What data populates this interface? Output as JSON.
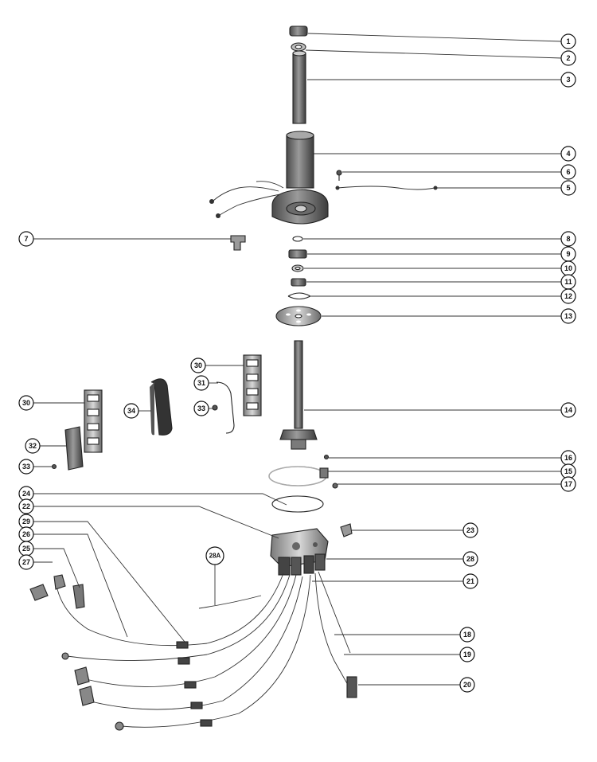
{
  "callouts": [
    {
      "id": "c1",
      "label": "1"
    },
    {
      "id": "c2",
      "label": "2"
    },
    {
      "id": "c3",
      "label": "3"
    },
    {
      "id": "c4",
      "label": "4"
    },
    {
      "id": "c6",
      "label": "6"
    },
    {
      "id": "c5",
      "label": "5"
    },
    {
      "id": "c7",
      "label": "7"
    },
    {
      "id": "c8",
      "label": "8"
    },
    {
      "id": "c9",
      "label": "9"
    },
    {
      "id": "c10",
      "label": "10"
    },
    {
      "id": "c11",
      "label": "11"
    },
    {
      "id": "c12",
      "label": "12"
    },
    {
      "id": "c13",
      "label": "13"
    },
    {
      "id": "c30a",
      "label": "30"
    },
    {
      "id": "c31",
      "label": "31"
    },
    {
      "id": "c33a",
      "label": "33"
    },
    {
      "id": "c34",
      "label": "34"
    },
    {
      "id": "c30b",
      "label": "30"
    },
    {
      "id": "c14",
      "label": "14"
    },
    {
      "id": "c32",
      "label": "32"
    },
    {
      "id": "c33b",
      "label": "33"
    },
    {
      "id": "c16",
      "label": "16"
    },
    {
      "id": "c15",
      "label": "15"
    },
    {
      "id": "c17",
      "label": "17"
    },
    {
      "id": "c24",
      "label": "24"
    },
    {
      "id": "c22",
      "label": "22"
    },
    {
      "id": "c29",
      "label": "29"
    },
    {
      "id": "c26",
      "label": "26"
    },
    {
      "id": "c25",
      "label": "25"
    },
    {
      "id": "c27",
      "label": "27"
    },
    {
      "id": "c23",
      "label": "23"
    },
    {
      "id": "c28",
      "label": "28"
    },
    {
      "id": "c28a",
      "label": "28A"
    },
    {
      "id": "c21",
      "label": "21"
    },
    {
      "id": "c18",
      "label": "18"
    },
    {
      "id": "c19",
      "label": "19"
    },
    {
      "id": "c20",
      "label": "20"
    }
  ],
  "colors": {
    "line": "#222222",
    "part_dark": "#3a3a3a",
    "part_mid": "#8a8a8a",
    "part_light": "#c8c8c8",
    "background": "#ffffff"
  }
}
